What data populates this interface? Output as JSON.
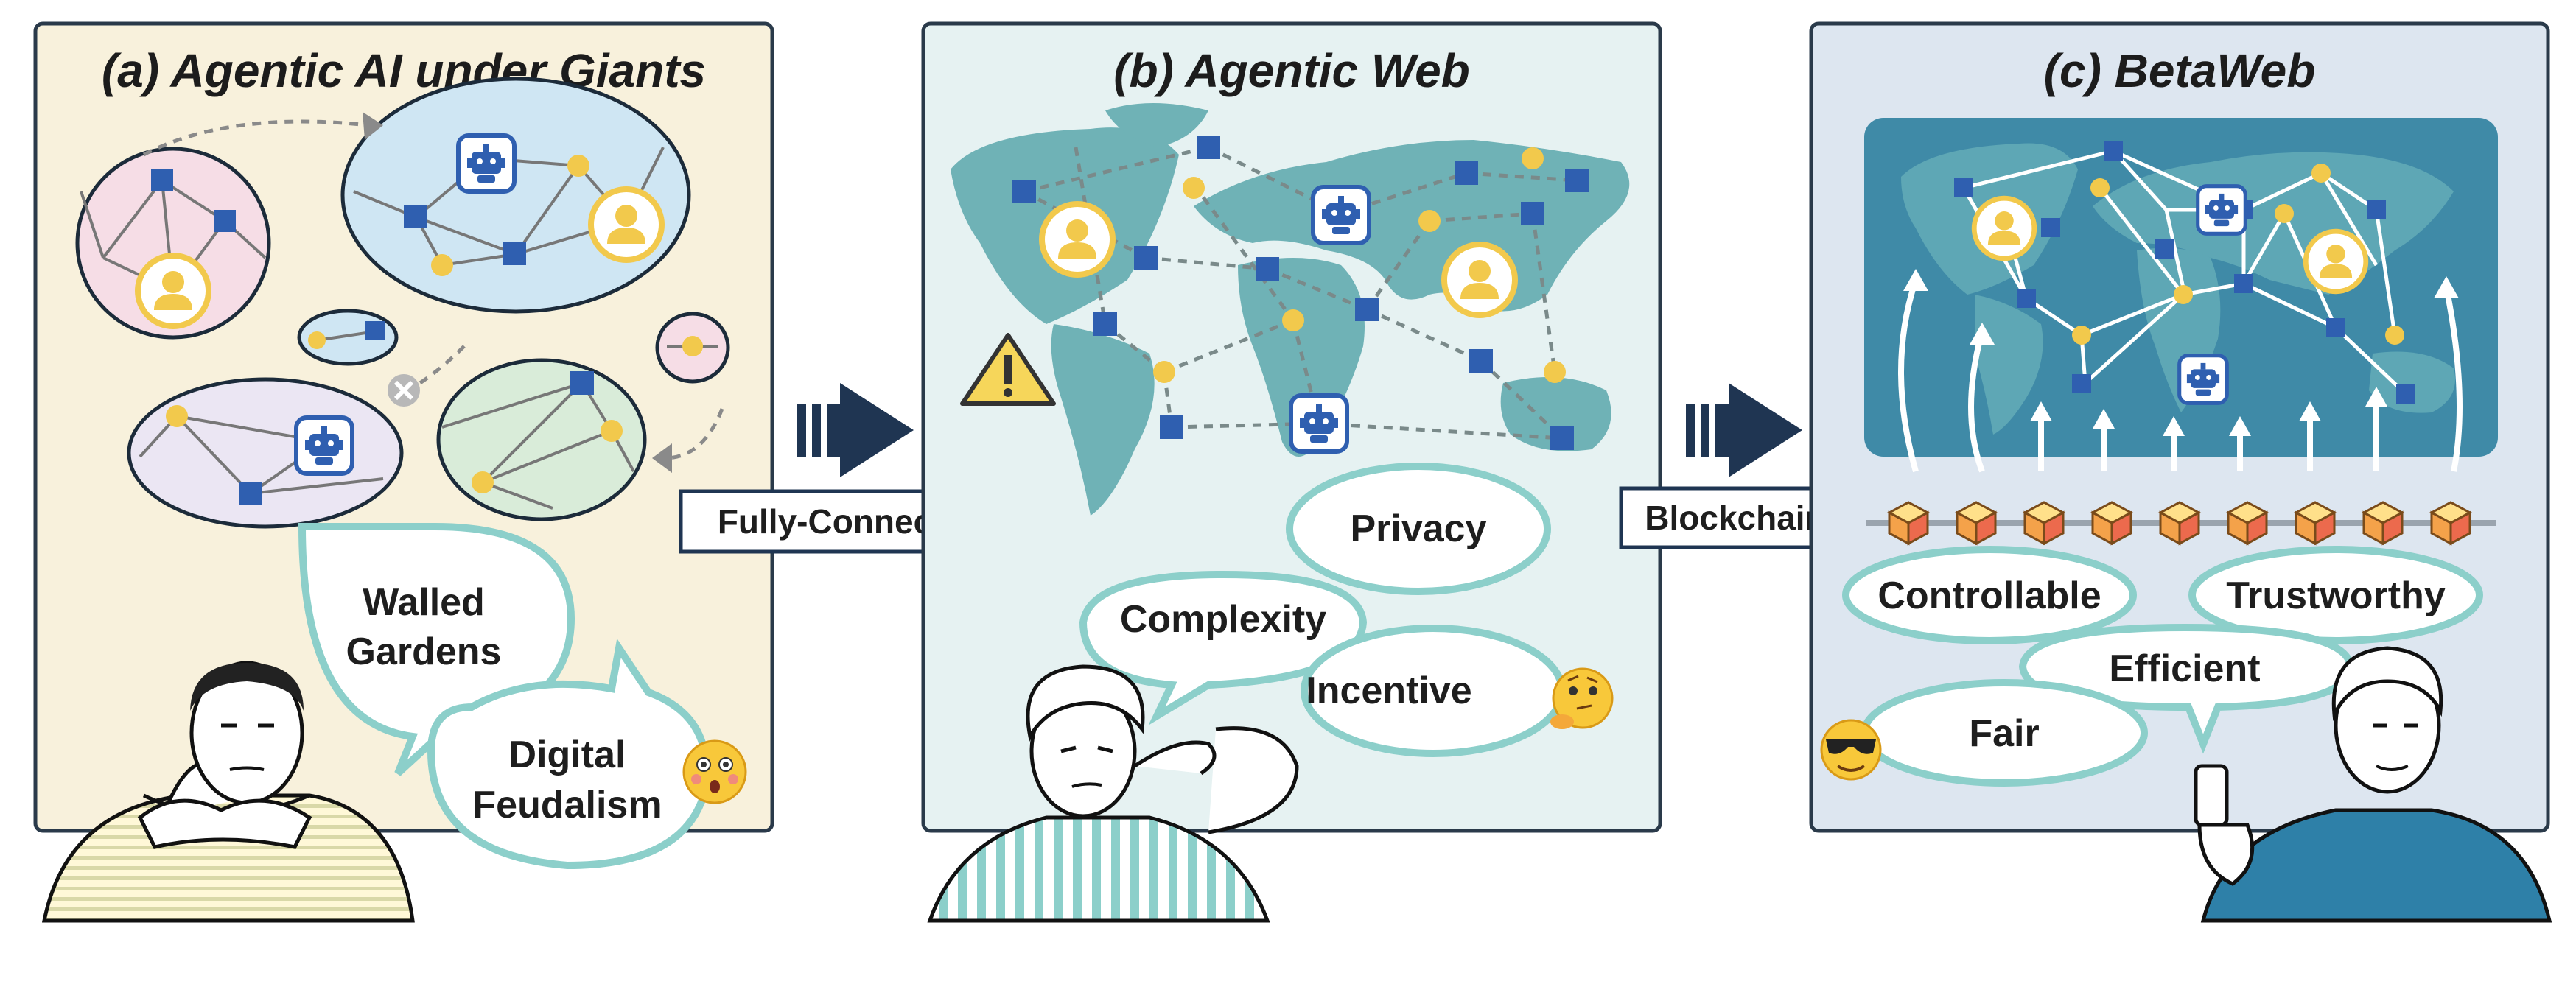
{
  "panels": {
    "a": {
      "title": "(a) Agentic AI under Giants",
      "bubbles": [
        "Walled",
        "Gardens",
        "Digital",
        "Feudalism"
      ]
    },
    "b": {
      "title": "(b) Agentic Web",
      "bubbles": [
        "Privacy",
        "Complexity",
        "Incentive"
      ]
    },
    "c": {
      "title": "(c) BetaWeb",
      "bubbles": [
        "Controllable",
        "Trustworthy",
        "Efficient",
        "Fair"
      ]
    }
  },
  "transitions": {
    "first": "Fully-Connected",
    "second": "Blockchain"
  },
  "colors": {
    "panel_a_bg": "#f8f1dc",
    "panel_b_bg": "#e6f2f2",
    "panel_c_bg": "#dde6f0",
    "panel_border": "#2a3a4a",
    "agent_blue": "#2f5fb0",
    "node_yellow": "#f2c94c",
    "teal": "#7fc4c4",
    "map_teal": "#6fb2b6",
    "map_dark": "#3f8aa7",
    "arrow_navy": "#1f3552"
  },
  "icons": [
    "robot-agent-icon",
    "user-avatar-icon",
    "warning-icon",
    "blockchain-block-icon",
    "flushed-face-emoji",
    "thinking-face-emoji",
    "sunglasses-face-emoji",
    "forward-arrow-icon",
    "blocked-x-icon"
  ]
}
